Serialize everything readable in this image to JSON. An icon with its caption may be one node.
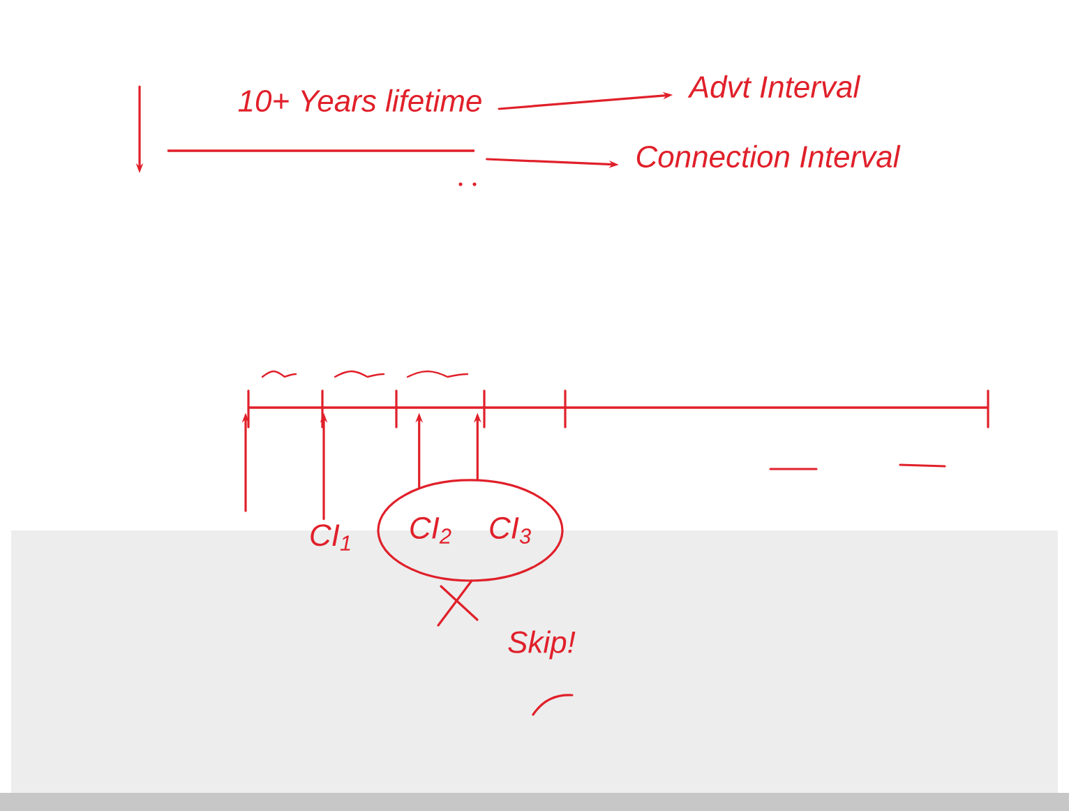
{
  "diagram": {
    "nodes": [
      {
        "text": [
          "10+ Years lifetime"
        ]
      },
      {
        "text": [
          "Advt Interval"
        ]
      },
      {
        "text": [],
        "shape": "line"
      },
      {
        "text": [
          "Connection Interval"
        ]
      },
      {
        "text": [],
        "shape": "line"
      },
      {
        "text": [
          "CI$_{1}$"
        ]
      },
      {
        "text": [
          "CI$_{2}$",
          "CI$_{3}$"
        ]
      }
    ],
    "edges": [
      {
        "from": 0,
        "to": 1,
        "arrow": "to"
      },
      {
        "from": 2,
        "to": 3,
        "arrow": "to"
      },
      {
        "from": null,
        "to": 4,
        "arrow": "to"
      },
      {
        "from": 5,
        "to": 4,
        "arrow": "to"
      },
      {
        "from": 6,
        "to": 4,
        "arrow": "to"
      },
      {
        "from": 6,
        "to": 4,
        "arrow": "to"
      }
    ],
    "labels": [
      "Skip!"
    ]
  }
}
